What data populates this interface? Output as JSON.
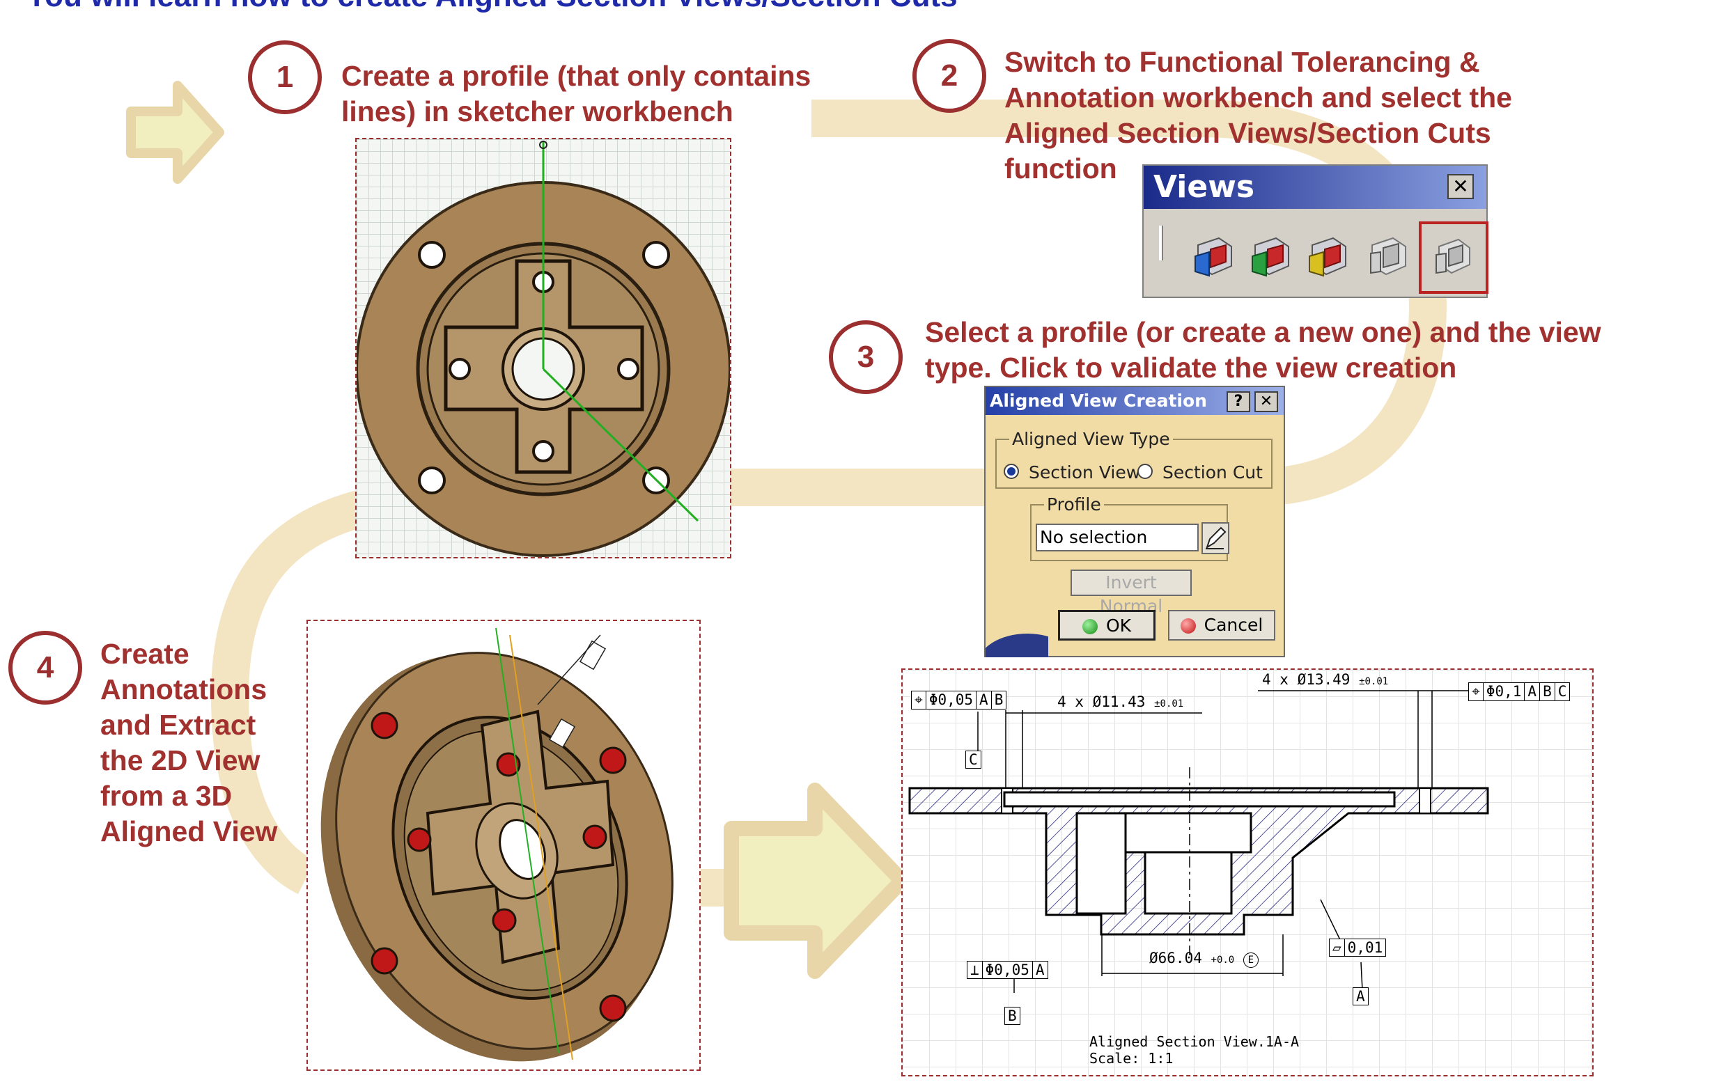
{
  "title": "You will learn how to create Aligned Section Views/Section Cuts",
  "steps": [
    {
      "number": "1",
      "lines": [
        "Create a profile (that only contains",
        "lines)  in sketcher workbench"
      ]
    },
    {
      "number": "2",
      "lines": [
        "Switch to Functional Tolerancing &",
        "Annotation workbench and select the",
        "Aligned Section Views/Section Cuts",
        "function"
      ]
    },
    {
      "number": "3",
      "lines": [
        "Select a profile (or create a new one) and the view",
        "type. Click to validate the view creation"
      ]
    },
    {
      "number": "4",
      "lines": [
        "Create",
        "Annotations",
        "and Extract",
        "the 2D View",
        "from a 3D",
        "Aligned View"
      ]
    }
  ],
  "views_toolbar": {
    "title": "Views",
    "close": "✕",
    "tools": [
      {
        "icon": "aligned-view-blue-icon",
        "color": "#2a6ad0"
      },
      {
        "icon": "aligned-view-green-icon",
        "color": "#2aa040"
      },
      {
        "icon": "aligned-view-yellow-icon",
        "color": "#d8c020"
      },
      {
        "icon": "section-view-icon",
        "color": "#b8b8b8"
      },
      {
        "icon": "section-cut-icon",
        "color": "#b8b8b8"
      }
    ]
  },
  "dialog": {
    "title": "Aligned View Creation",
    "help": "?",
    "close": "✕",
    "type_legend": "Aligned View Type",
    "option_section_view": "Section View",
    "option_section_cut": "Section Cut",
    "profile_legend": "Profile",
    "profile_value": "No selection",
    "invert_normal": "Invert Normal",
    "ok": "OK",
    "cancel": "Cancel"
  },
  "drawing": {
    "annotations": {
      "pos_tol_top": [
        "⌖",
        "Φ0,05",
        "A",
        "B"
      ],
      "datum_c": "C",
      "hole_small": "4  x  Ø11.43",
      "hole_small_tol": "±0.01",
      "hole_large": "4  x  Ø13.49",
      "hole_large_tol": "±0.01",
      "pos_tol_right": [
        "⌖",
        "Φ0,1",
        "A",
        "B",
        "C"
      ],
      "perp_tol": [
        "⊥",
        "Φ0,05",
        "A"
      ],
      "datum_b": "B",
      "diameter": "Ø66.04",
      "diameter_tol": "+0.0",
      "envelope": "E",
      "flatness": [
        "▱",
        "0,01"
      ],
      "datum_a": "A",
      "view_name": "Aligned Section View.1A-A",
      "scale": "Scale:   1:1"
    }
  },
  "colors": {
    "title": "#1f2aa8",
    "step_text": "#a1312e",
    "circle": "#9b2f2f",
    "part": "#a88457",
    "flow": "#f3e4c2"
  }
}
